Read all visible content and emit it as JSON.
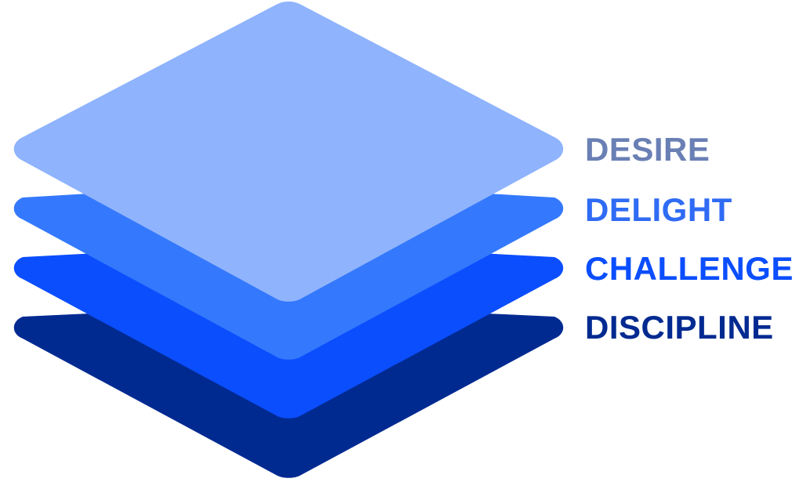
{
  "layers": [
    {
      "label": "DISCIPLINE",
      "fill": "#012a91",
      "text_color": "#012a91"
    },
    {
      "label": "CHALLENGE",
      "fill": "#0b4efe",
      "text_color": "#0b4efe"
    },
    {
      "label": "DELIGHT",
      "fill": "#3479fd",
      "text_color": "#2f6bf4"
    },
    {
      "label": "DESIRE",
      "fill": "#8fb3fd",
      "text_color": "#6a80b5"
    }
  ]
}
